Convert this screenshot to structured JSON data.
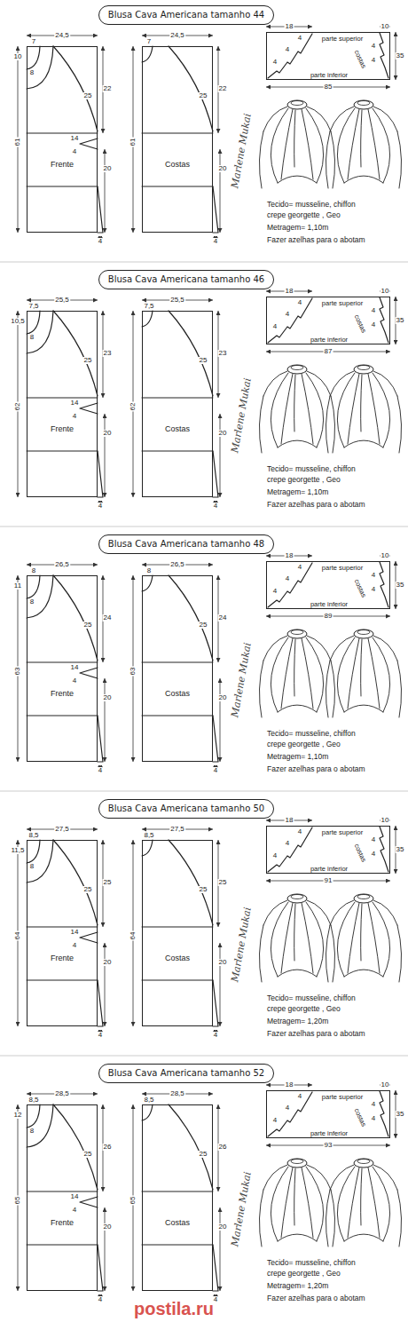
{
  "diagram": {
    "nodes": [
      {
        "text": [
          "Blusa Cava Americana tamanho 44"
        ]
      },
      {
        "text": [
          "Frente"
        ]
      },
      {
        "text": [
          "Costas"
        ]
      },
      {
        "text": [
          "parte superior",
          "costas",
          "parte inferior"
        ]
      },
      {
        "text": [
          "Blusa Cava Americana tamanho 46"
        ]
      },
      {
        "text": [
          "Frente"
        ]
      },
      {
        "text": [
          "Costas"
        ]
      },
      {
        "text": [
          "parte superior",
          "costas",
          "parte inferior"
        ]
      },
      {
        "text": [
          "Blusa Cava Americana tamanho 48"
        ]
      },
      {
        "text": [
          "Frente"
        ]
      },
      {
        "text": [
          "Costas"
        ]
      },
      {
        "text": [
          "parte superior",
          "costas",
          "parte inferior"
        ]
      },
      {
        "text": [
          "Blusa Cava Americana tamanho 50"
        ]
      },
      {
        "text": [
          "Frente"
        ]
      },
      {
        "text": [
          "Costas"
        ]
      },
      {
        "text": [
          "parte superior",
          "costas",
          "parte inferior"
        ]
      },
      {
        "text": [
          "Blusa Cava Americana tamanho 52"
        ]
      },
      {
        "text": [
          "Frente"
        ]
      },
      {
        "text": [
          "Costas"
        ]
      },
      {
        "text": [
          "parte superior",
          "costas",
          "parte inferior"
        ]
      }
    ],
    "labels": [
      "24,5",
      "7",
      "10",
      "8",
      "25",
      "22",
      "61",
      "14",
      "4",
      "20",
      "4",
      "24,5",
      "7",
      "25",
      "22",
      "61",
      "20",
      "4",
      "18",
      "10",
      "35",
      "4",
      "4",
      "4",
      "4",
      "4",
      "85",
      "Marlene Mukai",
      "Tecido= musseline, chiffon",
      "crepe georgette , Geo",
      "Metragem= 1,10m",
      "Fazer azelhas para o abotam",
      "25,5",
      "7,5",
      "10,5",
      "8",
      "25",
      "23",
      "62",
      "14",
      "4",
      "20",
      "4",
      "25,5",
      "7,5",
      "25",
      "23",
      "62",
      "20",
      "4",
      "18",
      "10",
      "35",
      "4",
      "4",
      "4",
      "4",
      "4",
      "87",
      "Marlene Mukai",
      "Tecido= musseline, chiffon",
      "crepe georgette , Geo",
      "Metragem= 1,10m",
      "Fazer azelhas para o abotam",
      "26,5",
      "8",
      "11",
      "8",
      "25",
      "24",
      "63",
      "14",
      "4",
      "20",
      "4",
      "26,5",
      "8",
      "25",
      "24",
      "63",
      "20",
      "4",
      "18",
      "10",
      "35",
      "4",
      "4",
      "4",
      "4",
      "4",
      "89",
      "Marlene Mukai",
      "Tecido= musseline, chiffon",
      "crepe georgette , Geo",
      "Metragem= 1,10m",
      "Fazer azelhas para o abotam",
      "27,5",
      "8,5",
      "11,5",
      "8",
      "25",
      "25",
      "64",
      "14",
      "4",
      "20",
      "4",
      "27,5",
      "8,5",
      "25",
      "25",
      "64",
      "20",
      "4",
      "18",
      "10",
      "35",
      "4",
      "4",
      "4",
      "4",
      "4",
      "91",
      "Marlene Mukai",
      "Tecido= musseline, chiffon",
      "crepe georgette , Geo",
      "Metragem= 1,20m",
      "Fazer azelhas para o abotam",
      "28,5",
      "8,5",
      "12",
      "8",
      "25",
      "26",
      "65",
      "14",
      "4",
      "20",
      "4",
      "28,5",
      "8,5",
      "25",
      "26",
      "65",
      "20",
      "4",
      "18",
      "10",
      "35",
      "4",
      "4",
      "4",
      "4",
      "4",
      "93",
      "Marlene Mukai",
      "Tecido= musseline, chiffon",
      "crepe georgette , Geo",
      "Metragem= 1,20m",
      "Fazer azelhas para o abotam",
      "postila.ru"
    ]
  }
}
